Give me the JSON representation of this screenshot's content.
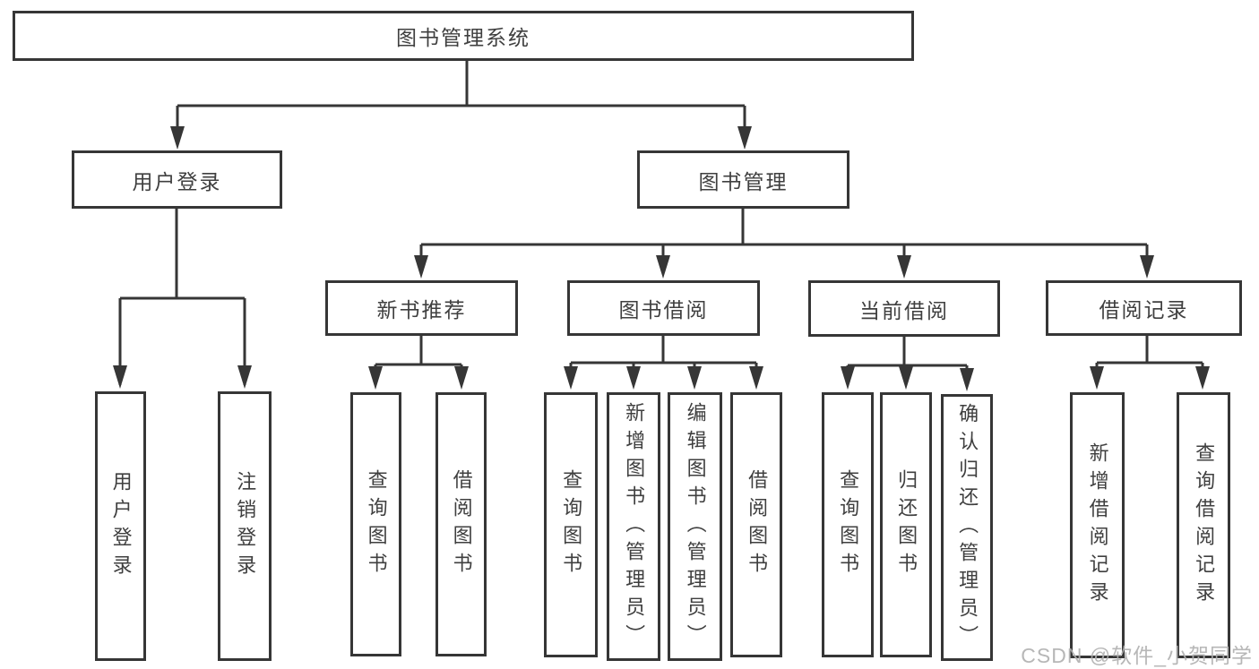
{
  "tree": {
    "label": "图书管理系统",
    "children": [
      {
        "label": "用户登录",
        "children": [
          {
            "label": "用户登录"
          },
          {
            "label": "注销登录"
          }
        ]
      },
      {
        "label": "图书管理",
        "children": [
          {
            "label": "新书推荐",
            "children": [
              {
                "label": "查询图书"
              },
              {
                "label": "借阅图书"
              }
            ]
          },
          {
            "label": "图书借阅",
            "children": [
              {
                "label": "查询图书"
              },
              {
                "label": "新增图书（管理员）"
              },
              {
                "label": "编辑图书（管理员）"
              },
              {
                "label": "借阅图书"
              }
            ]
          },
          {
            "label": "当前借阅",
            "children": [
              {
                "label": "查询图书"
              },
              {
                "label": "归还图书"
              },
              {
                "label": "确认归还（管理员）"
              }
            ]
          },
          {
            "label": "借阅记录",
            "children": [
              {
                "label": "新增借阅记录"
              },
              {
                "label": "查询借阅记录"
              }
            ]
          }
        ]
      }
    ]
  },
  "watermark": {
    "text": "CSDN @软件_小贺同学"
  },
  "colors": {
    "line": "#363636",
    "box_border": "#363636",
    "text": "#3f3f3f",
    "background": "#ffffff",
    "watermark": "#afafaf"
  }
}
